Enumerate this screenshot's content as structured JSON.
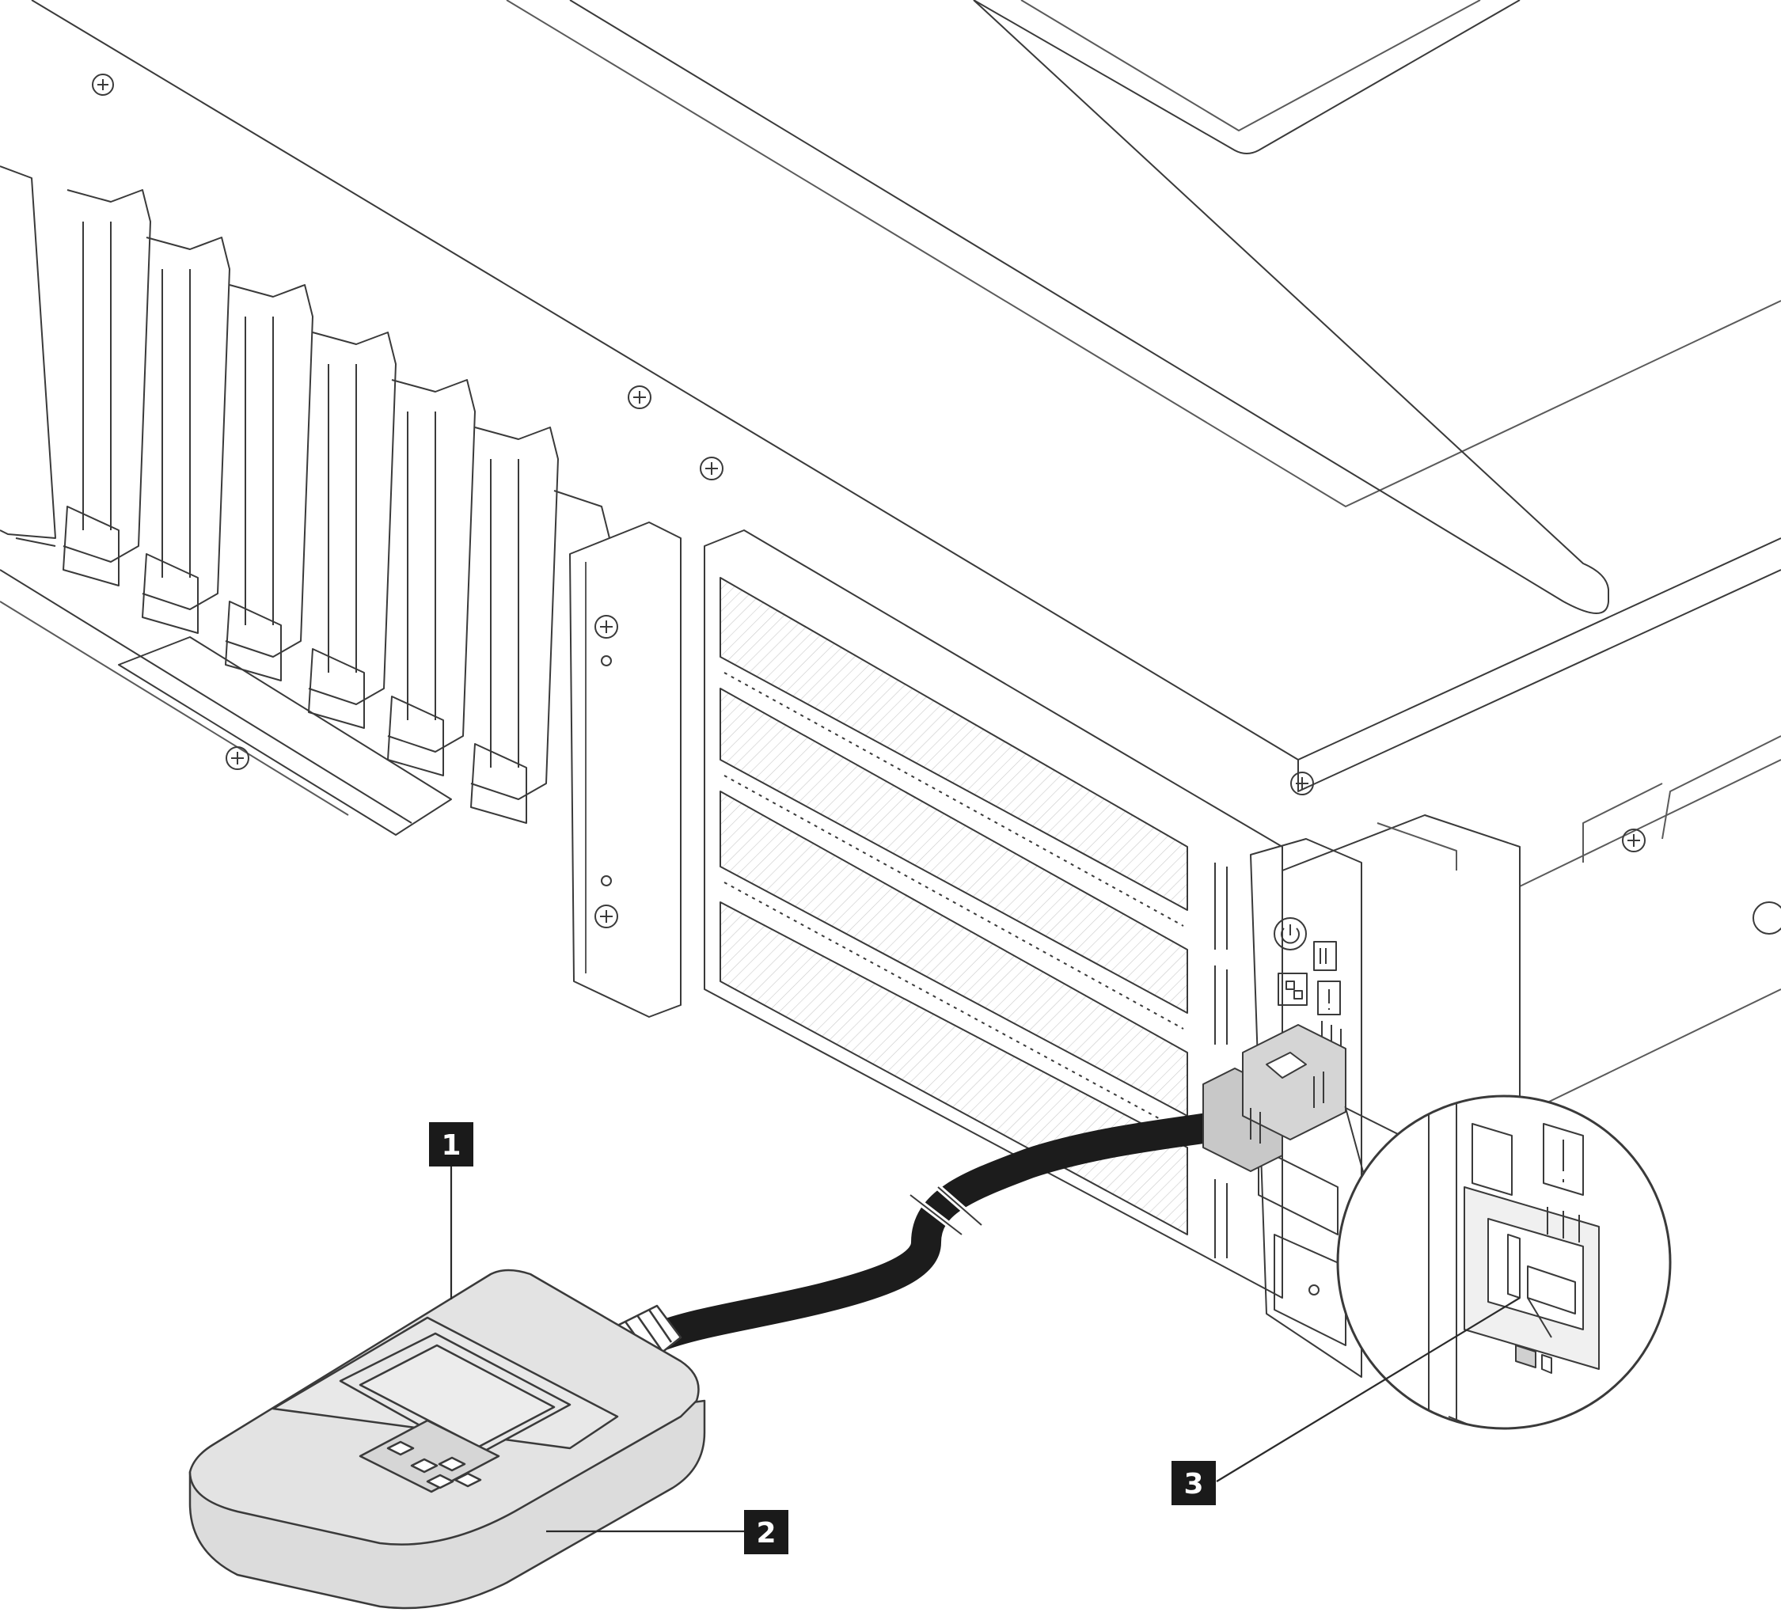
{
  "callouts": [
    {
      "label": "1",
      "target": "external-diagnostics-handset"
    },
    {
      "label": "2",
      "target": "magnetic-bottom"
    },
    {
      "label": "3",
      "target": "external-diagnostics-connector"
    }
  ],
  "colors": {
    "line": "#3a3a3a",
    "light_line": "#8a8a8a",
    "device_fill": "#e3e3e3",
    "cable": "#1c1c1c",
    "callout_box": "#1a1a1a",
    "callout_text": "#ffffff"
  },
  "icons": [
    "power-button-icon",
    "id-button-icon",
    "network-activity-icon",
    "system-error-icon",
    "diagnostics-port-icon"
  ]
}
